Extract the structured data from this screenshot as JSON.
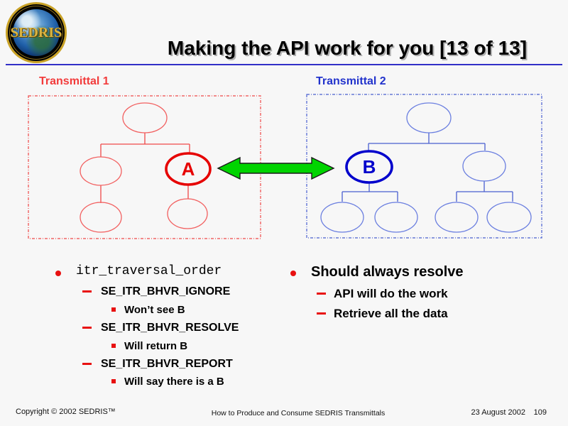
{
  "header": {
    "title": "Making the API work for you [13 of 13]",
    "logo_text": "SEDRIS"
  },
  "diagram": {
    "transmittal1_label": "Transmittal 1",
    "transmittal2_label": "Transmittal 2",
    "node_a": "A",
    "node_b": "B"
  },
  "left_list": {
    "title": "itr_traversal_order",
    "groups": [
      {
        "label": "SE_ITR_BHVR_IGNORE",
        "sub": "Won’t see B"
      },
      {
        "label": "SE_ITR_BHVR_RESOLVE",
        "sub": "Will return B"
      },
      {
        "label": "SE_ITR_BHVR_REPORT",
        "sub": "Will say there is a B"
      }
    ]
  },
  "right_list": {
    "title": "Should always resolve",
    "items": [
      "API will do the work",
      "Retrieve all the data"
    ]
  },
  "footer": {
    "copyright": "Copyright © 2002 SEDRIS™",
    "center": "How to Produce and Consume SEDRIS Transmittals",
    "date": "23 August 2002",
    "page": "109"
  },
  "colors": {
    "bg": "#f7f7f7",
    "header-line": "#3230c8",
    "red-label": "#f23b3b",
    "red-line": "#f26060",
    "red-conn": "#f04848",
    "red-bold": "#e60000",
    "blue-label": "#2233cc",
    "blue-line": "#6b7fe0",
    "blue-conn": "#4a5fd0",
    "blue-bold": "#0000cc",
    "green-arrow": "#00d400",
    "bullet-red": "#e81111"
  }
}
